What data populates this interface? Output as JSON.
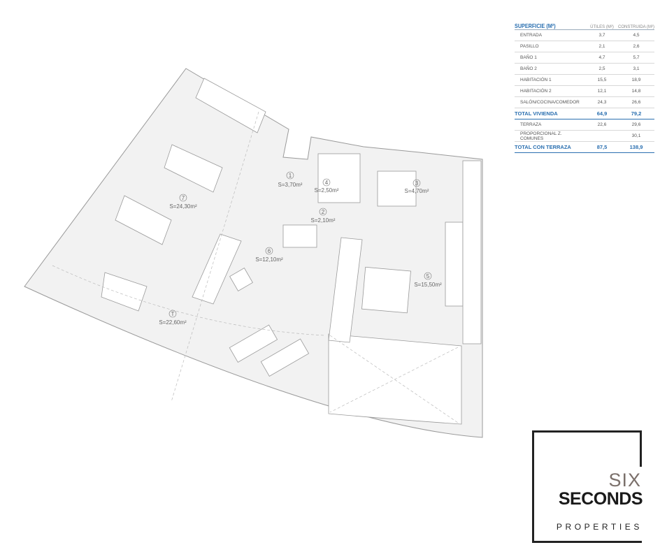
{
  "rooms": [
    {
      "num": "1",
      "area": "S=3,70m²"
    },
    {
      "num": "2",
      "area": "S=2,10m²"
    },
    {
      "num": "3",
      "area": "S=4,70m²"
    },
    {
      "num": "4",
      "area": "S=2,50m²"
    },
    {
      "num": "5",
      "area": "S=15,50m²"
    },
    {
      "num": "6",
      "area": "S=12,10m²"
    },
    {
      "num": "7",
      "area": "S=24,30m²"
    },
    {
      "num": "T",
      "area": "S=22,60m²"
    }
  ],
  "table": {
    "title": "SUPERFICIE (M²)",
    "col1": "ÚTILES (M²)",
    "col2": "CONSTRUIDA (M²)",
    "rows": [
      {
        "label": "ENTRADA",
        "utiles": "3,7",
        "construida": "4,5"
      },
      {
        "label": "PASILLO",
        "utiles": "2,1",
        "construida": "2,6"
      },
      {
        "label": "BAÑO 1",
        "utiles": "4,7",
        "construida": "5,7"
      },
      {
        "label": "BAÑO 2",
        "utiles": "2,5",
        "construida": "3,1"
      },
      {
        "label": "HABITACIÓN 1",
        "utiles": "15,5",
        "construida": "18,9"
      },
      {
        "label": "HABITACIÓN 2",
        "utiles": "12,1",
        "construida": "14,8"
      },
      {
        "label": "SALÓN/COCINA/COMEDOR",
        "utiles": "24,3",
        "construida": "26,6"
      }
    ],
    "total_vivienda": {
      "label": "TOTAL VIVIENDA",
      "utiles": "64,9",
      "construida": "79,2"
    },
    "extra_rows": [
      {
        "label": "TERRAZA",
        "utiles": "22,6",
        "construida": "29,6"
      },
      {
        "label": "PROPORCIONAL Z. COMUNES",
        "utiles": "",
        "construida": "30,1"
      }
    ],
    "total_terraza": {
      "label": "TOTAL CON TERRAZA",
      "utiles": "87,5",
      "construida": "138,9"
    }
  },
  "logo": {
    "line1": "SIX",
    "line2": "SECONDS",
    "line3": "PROPERTIES"
  },
  "colors": {
    "accent": "#2a6fb0",
    "wall": "#9a9a9a",
    "floor": "#f2f2f2"
  }
}
